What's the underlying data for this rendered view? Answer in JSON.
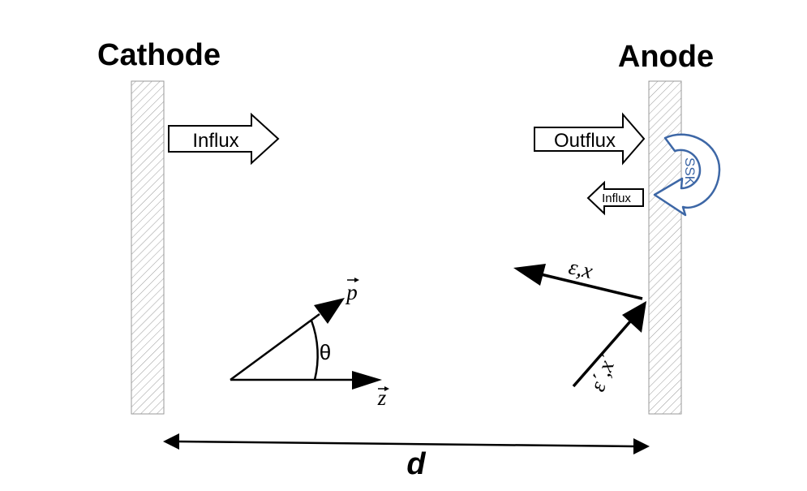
{
  "labels": {
    "cathode": "Cathode",
    "anode": "Anode",
    "influx_main": "Influx",
    "outflux": "Outflux",
    "influx_small": "Influx",
    "ssk": "SSK",
    "reflected": "ε,x",
    "incident": "ε΄,x΄",
    "p_vector": "p",
    "z_vector": "z",
    "theta": "θ",
    "distance": "d"
  },
  "colors": {
    "line": "#000000",
    "hatch": "#9a9a9a",
    "ssk_accent": "#3d67a6"
  }
}
